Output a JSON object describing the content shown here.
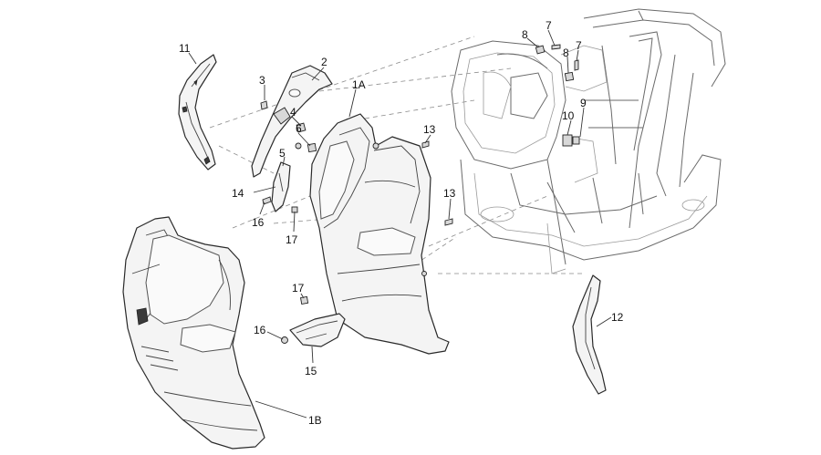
{
  "callouts": {
    "c1A": "1A",
    "c1B": "1B",
    "c2": "2",
    "c3": "3",
    "c4": "4",
    "c5": "5",
    "c6": "6",
    "c7a": "7",
    "c7b": "7",
    "c8a": "8",
    "c8b": "8",
    "c9": "9",
    "c10": "10",
    "c11": "11",
    "c12": "12",
    "c13a": "13",
    "c13b": "13",
    "c14": "14",
    "c15": "15",
    "c16a": "16",
    "c16b": "16",
    "c17a": "17",
    "c17b": "17"
  },
  "colors": {
    "line": "#2a2a2a",
    "part_fill": "#f4f4f4",
    "background": "#ffffff"
  }
}
